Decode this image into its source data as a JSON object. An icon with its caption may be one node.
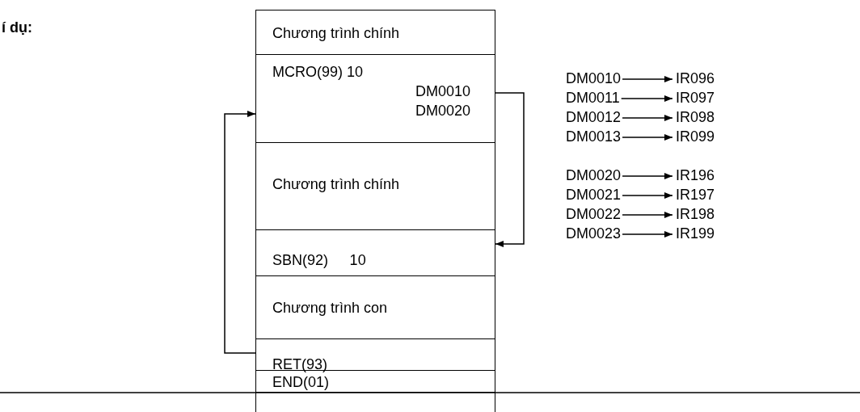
{
  "diagram": {
    "title": "í dụ:",
    "nodes": [
      {
        "text": [
          "Chương trình chính"
        ]
      },
      {
        "text": [
          "MCRO(99) 10",
          "DM0010",
          "DM0020"
        ]
      },
      {
        "text": [
          "Chương trình chính"
        ]
      },
      {
        "text": [
          "SBN(92) 10"
        ]
      },
      {
        "text": [
          "Chương trình con"
        ]
      },
      {
        "text": [
          "RET(93)"
        ]
      },
      {
        "text": [
          "END(01)"
        ]
      },
      {
        "text": [],
        "shape": "box"
      },
      {
        "text": [
          "DM0010"
        ]
      },
      {
        "text": [
          "IR096"
        ]
      },
      {
        "text": [
          "DM0011"
        ]
      },
      {
        "text": [
          "IR097"
        ]
      },
      {
        "text": [
          "DM0012"
        ]
      },
      {
        "text": [
          "IR098"
        ]
      },
      {
        "text": [
          "DM0013"
        ]
      },
      {
        "text": [
          "IR099"
        ]
      },
      {
        "text": [
          "DM0020"
        ]
      },
      {
        "text": [
          "IR196"
        ]
      },
      {
        "text": [
          "DM0021"
        ]
      },
      {
        "text": [
          "IR197"
        ]
      },
      {
        "text": [
          "DM0022"
        ]
      },
      {
        "text": [
          "IR198"
        ]
      },
      {
        "text": [
          "DM0023"
        ]
      },
      {
        "text": [
          "IR199"
        ]
      }
    ],
    "edges": [
      {
        "from": 5,
        "to": 1,
        "arrow": "to"
      },
      {
        "from": 1,
        "to": 3,
        "arrow": "to"
      },
      {
        "from": 8,
        "to": 9,
        "arrow": "to"
      },
      {
        "from": 10,
        "to": 11,
        "arrow": "to"
      },
      {
        "from": 12,
        "to": 13,
        "arrow": "to"
      },
      {
        "from": 14,
        "to": 15,
        "arrow": "to"
      },
      {
        "from": 16,
        "to": 17,
        "arrow": "to"
      },
      {
        "from": 18,
        "to": 19,
        "arrow": "to"
      },
      {
        "from": 20,
        "to": 21,
        "arrow": "to"
      },
      {
        "from": 22,
        "to": 23,
        "arrow": "to"
      }
    ]
  }
}
